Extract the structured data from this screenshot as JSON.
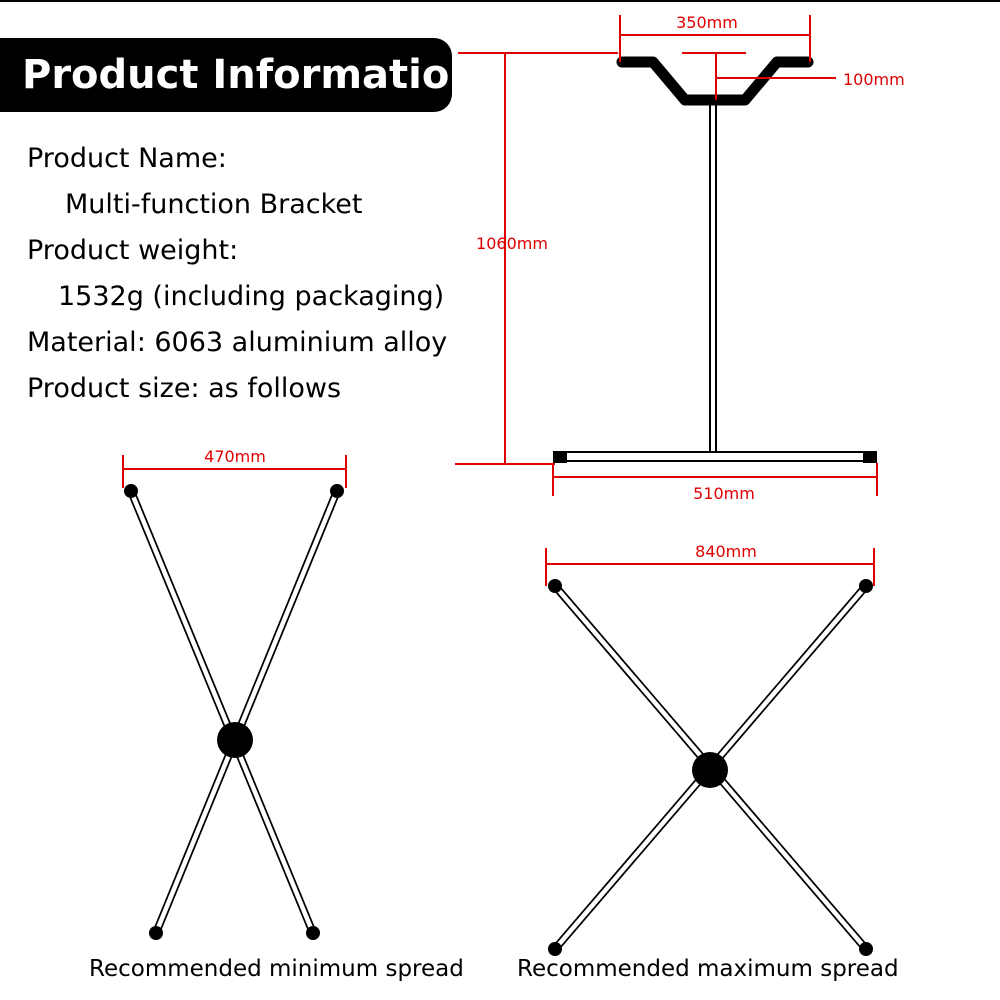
{
  "header": {
    "title": "Product Information"
  },
  "info": {
    "name_label": "Product Name:",
    "name_value": "Multi-function Bracket",
    "weight_label": "Product weight:",
    "weight_value": "1532g (including packaging)",
    "material": "Material: 6063 aluminium alloy",
    "size": "Product size: as follows"
  },
  "dimensions": {
    "top_width": "350mm",
    "cradle_depth": "100mm",
    "height": "1060mm",
    "base_width": "510mm",
    "min_spread": "470mm",
    "max_spread": "840mm"
  },
  "captions": {
    "min": "Recommended minimum spread",
    "max": "Recommended maximum spread"
  },
  "colors": {
    "dimension": "#e00000",
    "frame": "#000000",
    "background": "#ffffff"
  }
}
